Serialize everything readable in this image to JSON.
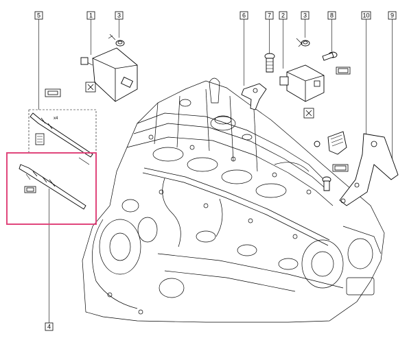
{
  "diagram": {
    "callouts": [
      {
        "id": "callout-5",
        "label": "5"
      },
      {
        "id": "callout-1",
        "label": "1"
      },
      {
        "id": "callout-3a",
        "label": "3"
      },
      {
        "id": "callout-6",
        "label": "6"
      },
      {
        "id": "callout-7",
        "label": "7"
      },
      {
        "id": "callout-2",
        "label": "2"
      },
      {
        "id": "callout-3b",
        "label": "3"
      },
      {
        "id": "callout-8",
        "label": "8"
      },
      {
        "id": "callout-10",
        "label": "10"
      },
      {
        "id": "callout-9",
        "label": "9"
      },
      {
        "id": "callout-4",
        "label": "4"
      }
    ],
    "quantity_note": "x4",
    "highlight_color": "#e0457b"
  }
}
